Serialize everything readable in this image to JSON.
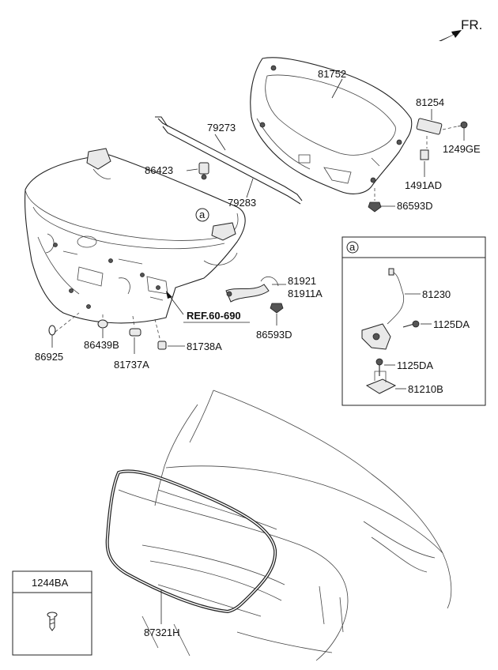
{
  "direction_label": "FR.",
  "reference_label": "REF.60-690",
  "detail_marker": "a",
  "callouts": [
    {
      "id": "81752",
      "text": "81752"
    },
    {
      "id": "81254",
      "text": "81254"
    },
    {
      "id": "1249GE",
      "text": "1249GE"
    },
    {
      "id": "1491AD",
      "text": "1491AD"
    },
    {
      "id": "86593D_top",
      "text": "86593D"
    },
    {
      "id": "79273",
      "text": "79273"
    },
    {
      "id": "79283",
      "text": "79283"
    },
    {
      "id": "86423",
      "text": "86423"
    },
    {
      "id": "81921",
      "text": "81921"
    },
    {
      "id": "81911A",
      "text": "81911A"
    },
    {
      "id": "86593D_mid",
      "text": "86593D"
    },
    {
      "id": "86925",
      "text": "86925"
    },
    {
      "id": "86439B",
      "text": "86439B"
    },
    {
      "id": "81737A",
      "text": "81737A"
    },
    {
      "id": "81738A",
      "text": "81738A"
    },
    {
      "id": "81230",
      "text": "81230"
    },
    {
      "id": "1125DA_a",
      "text": "1125DA"
    },
    {
      "id": "1125DA_b",
      "text": "1125DA"
    },
    {
      "id": "81210B",
      "text": "81210B"
    },
    {
      "id": "87321H",
      "text": "87321H"
    }
  ],
  "legend_box": {
    "title": "1244BA"
  }
}
